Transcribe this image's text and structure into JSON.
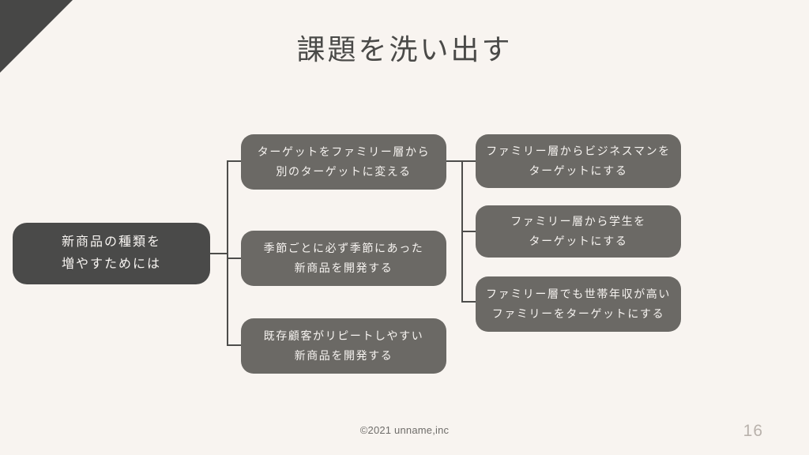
{
  "slide": {
    "title": "課題を洗い出す",
    "background_color": "#f8f4f0",
    "accent_dark": "#474746",
    "node_color": "#6b6965",
    "root_color": "#4a4a49",
    "line_color": "#4d4d4b"
  },
  "decor": {
    "corner_triangle_name": "corner-triangle"
  },
  "diagram": {
    "root": {
      "lines": [
        "新商品の種類を",
        "増やすためには"
      ]
    },
    "middle": [
      {
        "lines": [
          "ターゲットをファミリー層から",
          "別のターゲットに変える"
        ]
      },
      {
        "lines": [
          "季節ごとに必ず季節にあった",
          "新商品を開発する"
        ]
      },
      {
        "lines": [
          "既存顧客がリピートしやすい",
          "新商品を開発する"
        ]
      }
    ],
    "right": [
      {
        "lines": [
          "ファミリー層からビジネスマンを",
          "ターゲットにする"
        ]
      },
      {
        "lines": [
          "ファミリー層から学生を",
          "ターゲットにする"
        ]
      },
      {
        "lines": [
          "ファミリー層でも世帯年収が高い",
          "ファミリーをターゲットにする"
        ]
      }
    ]
  },
  "footer": {
    "copyright": "©2021 unname,inc",
    "page_number": "16"
  }
}
